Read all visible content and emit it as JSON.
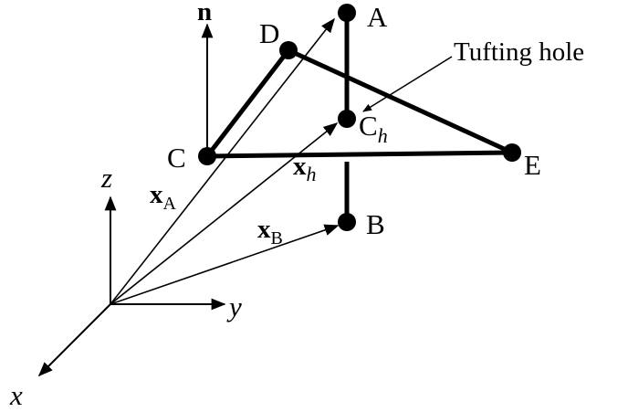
{
  "points": {
    "A": "A",
    "B": "B",
    "C": "C",
    "D": "D",
    "E": "E",
    "Ch": {
      "main": "C",
      "sub": "h"
    }
  },
  "normal": "n",
  "axes": {
    "x": "x",
    "y": "y",
    "z": "z"
  },
  "vectors": {
    "xA": {
      "main": "x",
      "sub": "A"
    },
    "xB": {
      "main": "x",
      "sub": "B"
    },
    "xh": {
      "main": "x",
      "sub": "h"
    }
  },
  "callout": "Tufting hole",
  "colors": {
    "ink": "#000000",
    "background": "#ffffff"
  }
}
